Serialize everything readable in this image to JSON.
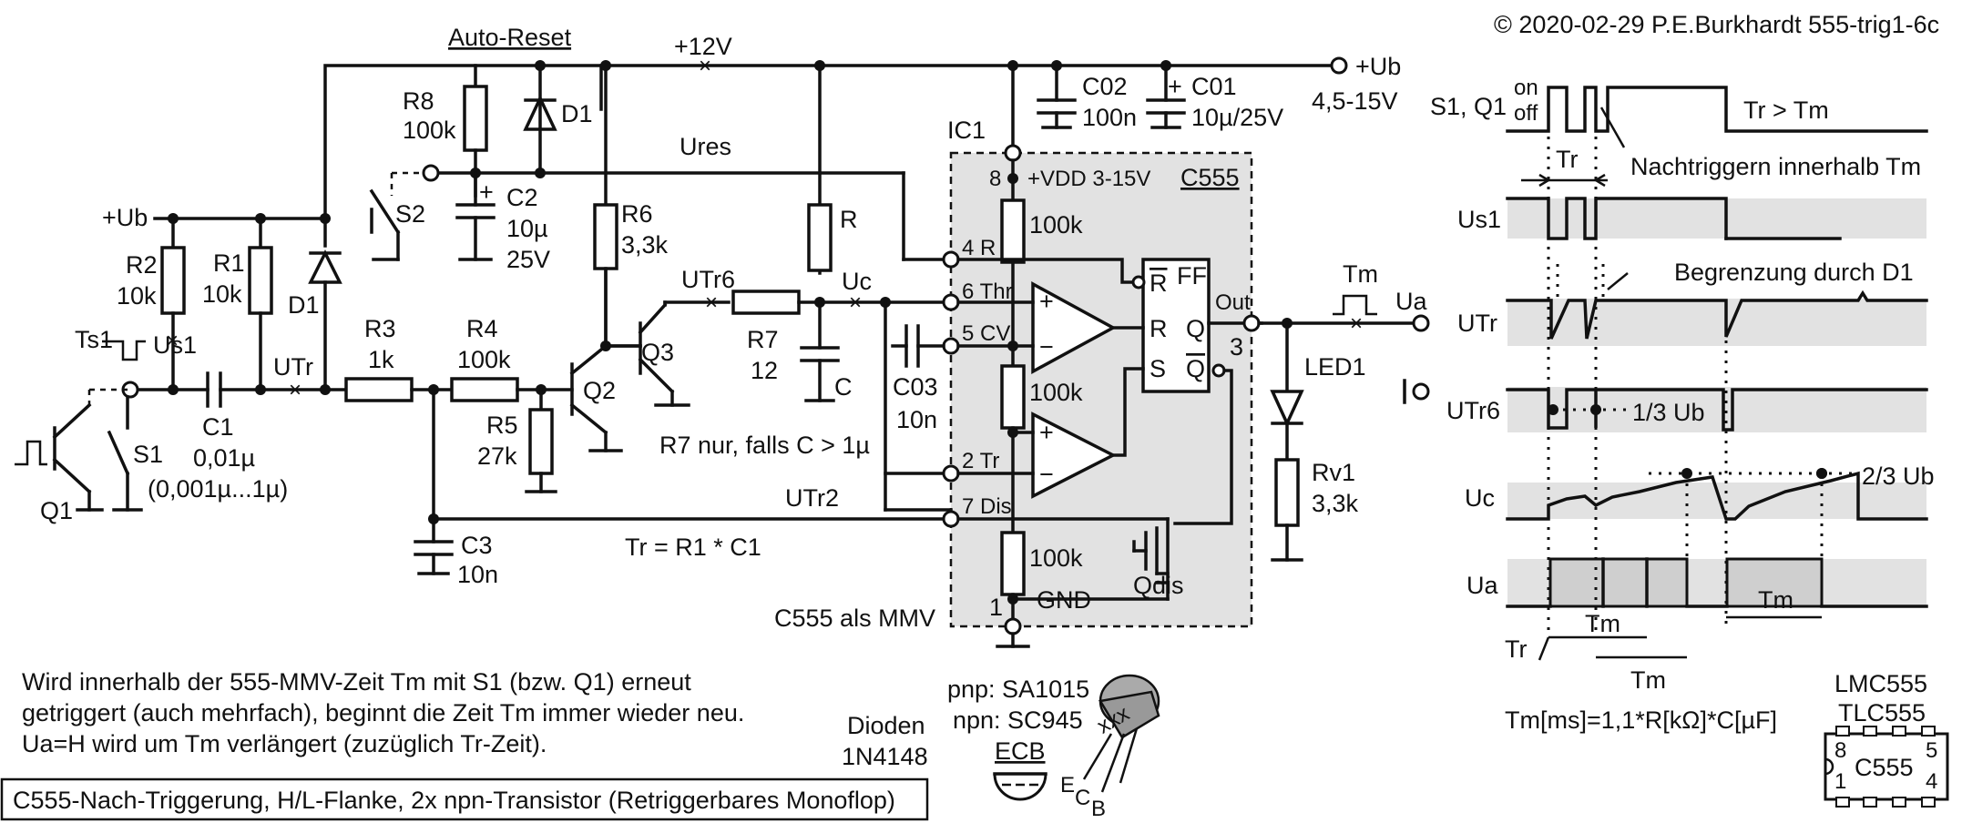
{
  "copyright": "© 2020-02-29 P.E.Burkhardt 555-trig1-6c",
  "title_box": "C555-Nach-Triggerung, H/L-Flanke, 2x npn-Transistor (Retriggerbares Monoflop)",
  "description": [
    "Wird innerhalb der 555-MMV-Zeit Tm mit S1 (bzw. Q1) erneut",
    "getriggert (auch mehrfach), beginnt die Zeit Tm immer wieder neu.",
    "Ua=H wird um Tm verlängert (zuzüglich Tr-Zeit)."
  ],
  "labels": {
    "auto_reset": "Auto-Reset",
    "plus12v": "+12V",
    "ub_out": "+Ub",
    "ub_range": "4,5-15V",
    "ub_left": "+Ub",
    "ic1": "IC1",
    "vdd": "+VDD  3-15V",
    "c555": "C555",
    "c555_mmv": "C555 als MMV",
    "gnd": "GND",
    "out": "Out",
    "ff": "FF",
    "qdis": "Qdis",
    "r7_note": "R7 nur, falls C > 1µ",
    "tr_formula": "Tr = R1 * C1",
    "ures": "Ures",
    "utr": "UTr",
    "utr6": "UTr6",
    "utr2": "UTr2",
    "uc": "Uc",
    "us1": "Us1",
    "ts1": "Ts1",
    "tm": "Tm",
    "ua": "Ua"
  },
  "components": {
    "r8": [
      "R8",
      "100k"
    ],
    "d1a": "D1",
    "c2": [
      "C2",
      "10µ",
      "25V"
    ],
    "s2": "S2",
    "r6": [
      "R6",
      "3,3k"
    ],
    "r": "R",
    "c02": [
      "C02",
      "100n"
    ],
    "c01": [
      "C01",
      "10µ/25V"
    ],
    "r2": [
      "R2",
      "10k"
    ],
    "r1": [
      "R1",
      "10k"
    ],
    "d1b": "D1",
    "r3": [
      "R3",
      "1k"
    ],
    "r4": [
      "R4",
      "100k"
    ],
    "r5": [
      "R5",
      "27k"
    ],
    "q2": "Q2",
    "q3": "Q3",
    "r7": [
      "R7",
      "12"
    ],
    "c": "C",
    "c03": [
      "C03",
      "10n"
    ],
    "c1": [
      "C1",
      "0,01µ",
      "(0,001µ...1µ)"
    ],
    "c3": [
      "C3",
      "10n"
    ],
    "q1": "Q1",
    "s1": "S1",
    "led1": "LED1",
    "rv1": [
      "Rv1",
      "3,3k"
    ],
    "r100k": "100k"
  },
  "pins": {
    "p8": "8",
    "p4": "4 R",
    "p6": "6 Thr",
    "p5": "5 CV",
    "p2": "2 Tr",
    "p7": "7 Dis",
    "p1": "1",
    "p3": "3",
    "r_bar": "R",
    "r": "R",
    "s": "S",
    "q": "Q",
    "q_bar": "Q"
  },
  "timing": {
    "s1q1": "S1, Q1",
    "on": "on",
    "off": "off",
    "tr_gt_tm": "Tr > Tm",
    "tr": "Tr",
    "nachtriggern": "Nachtriggern innerhalb Tm",
    "us1": "Us1",
    "begrenzung": "Begrenzung durch D1",
    "utr": "UTr",
    "utr6": "UTr6",
    "third_ub": "1/3 Ub",
    "uc": "Uc",
    "two_third_ub": "2/3 Ub",
    "ua": "Ua",
    "tm": "Tm",
    "formula": "Tm[ms]=1,1*R[kΩ]*C[µF]"
  },
  "misc": {
    "pnp": "pnp: SA1015",
    "npn": "npn: SC945",
    "ecb": "ECB",
    "dioden": "Dioden",
    "diode_type": "1N4148",
    "lmc555": "LMC555",
    "tlc555": "TLC555",
    "ic_c555": "C555",
    "ic_pin8": "8",
    "ic_pin1": "1",
    "ic_pin5": "5",
    "ic_pin4": "4",
    "xxx": "xxx",
    "e": "E",
    "c": "C",
    "b": "B"
  }
}
